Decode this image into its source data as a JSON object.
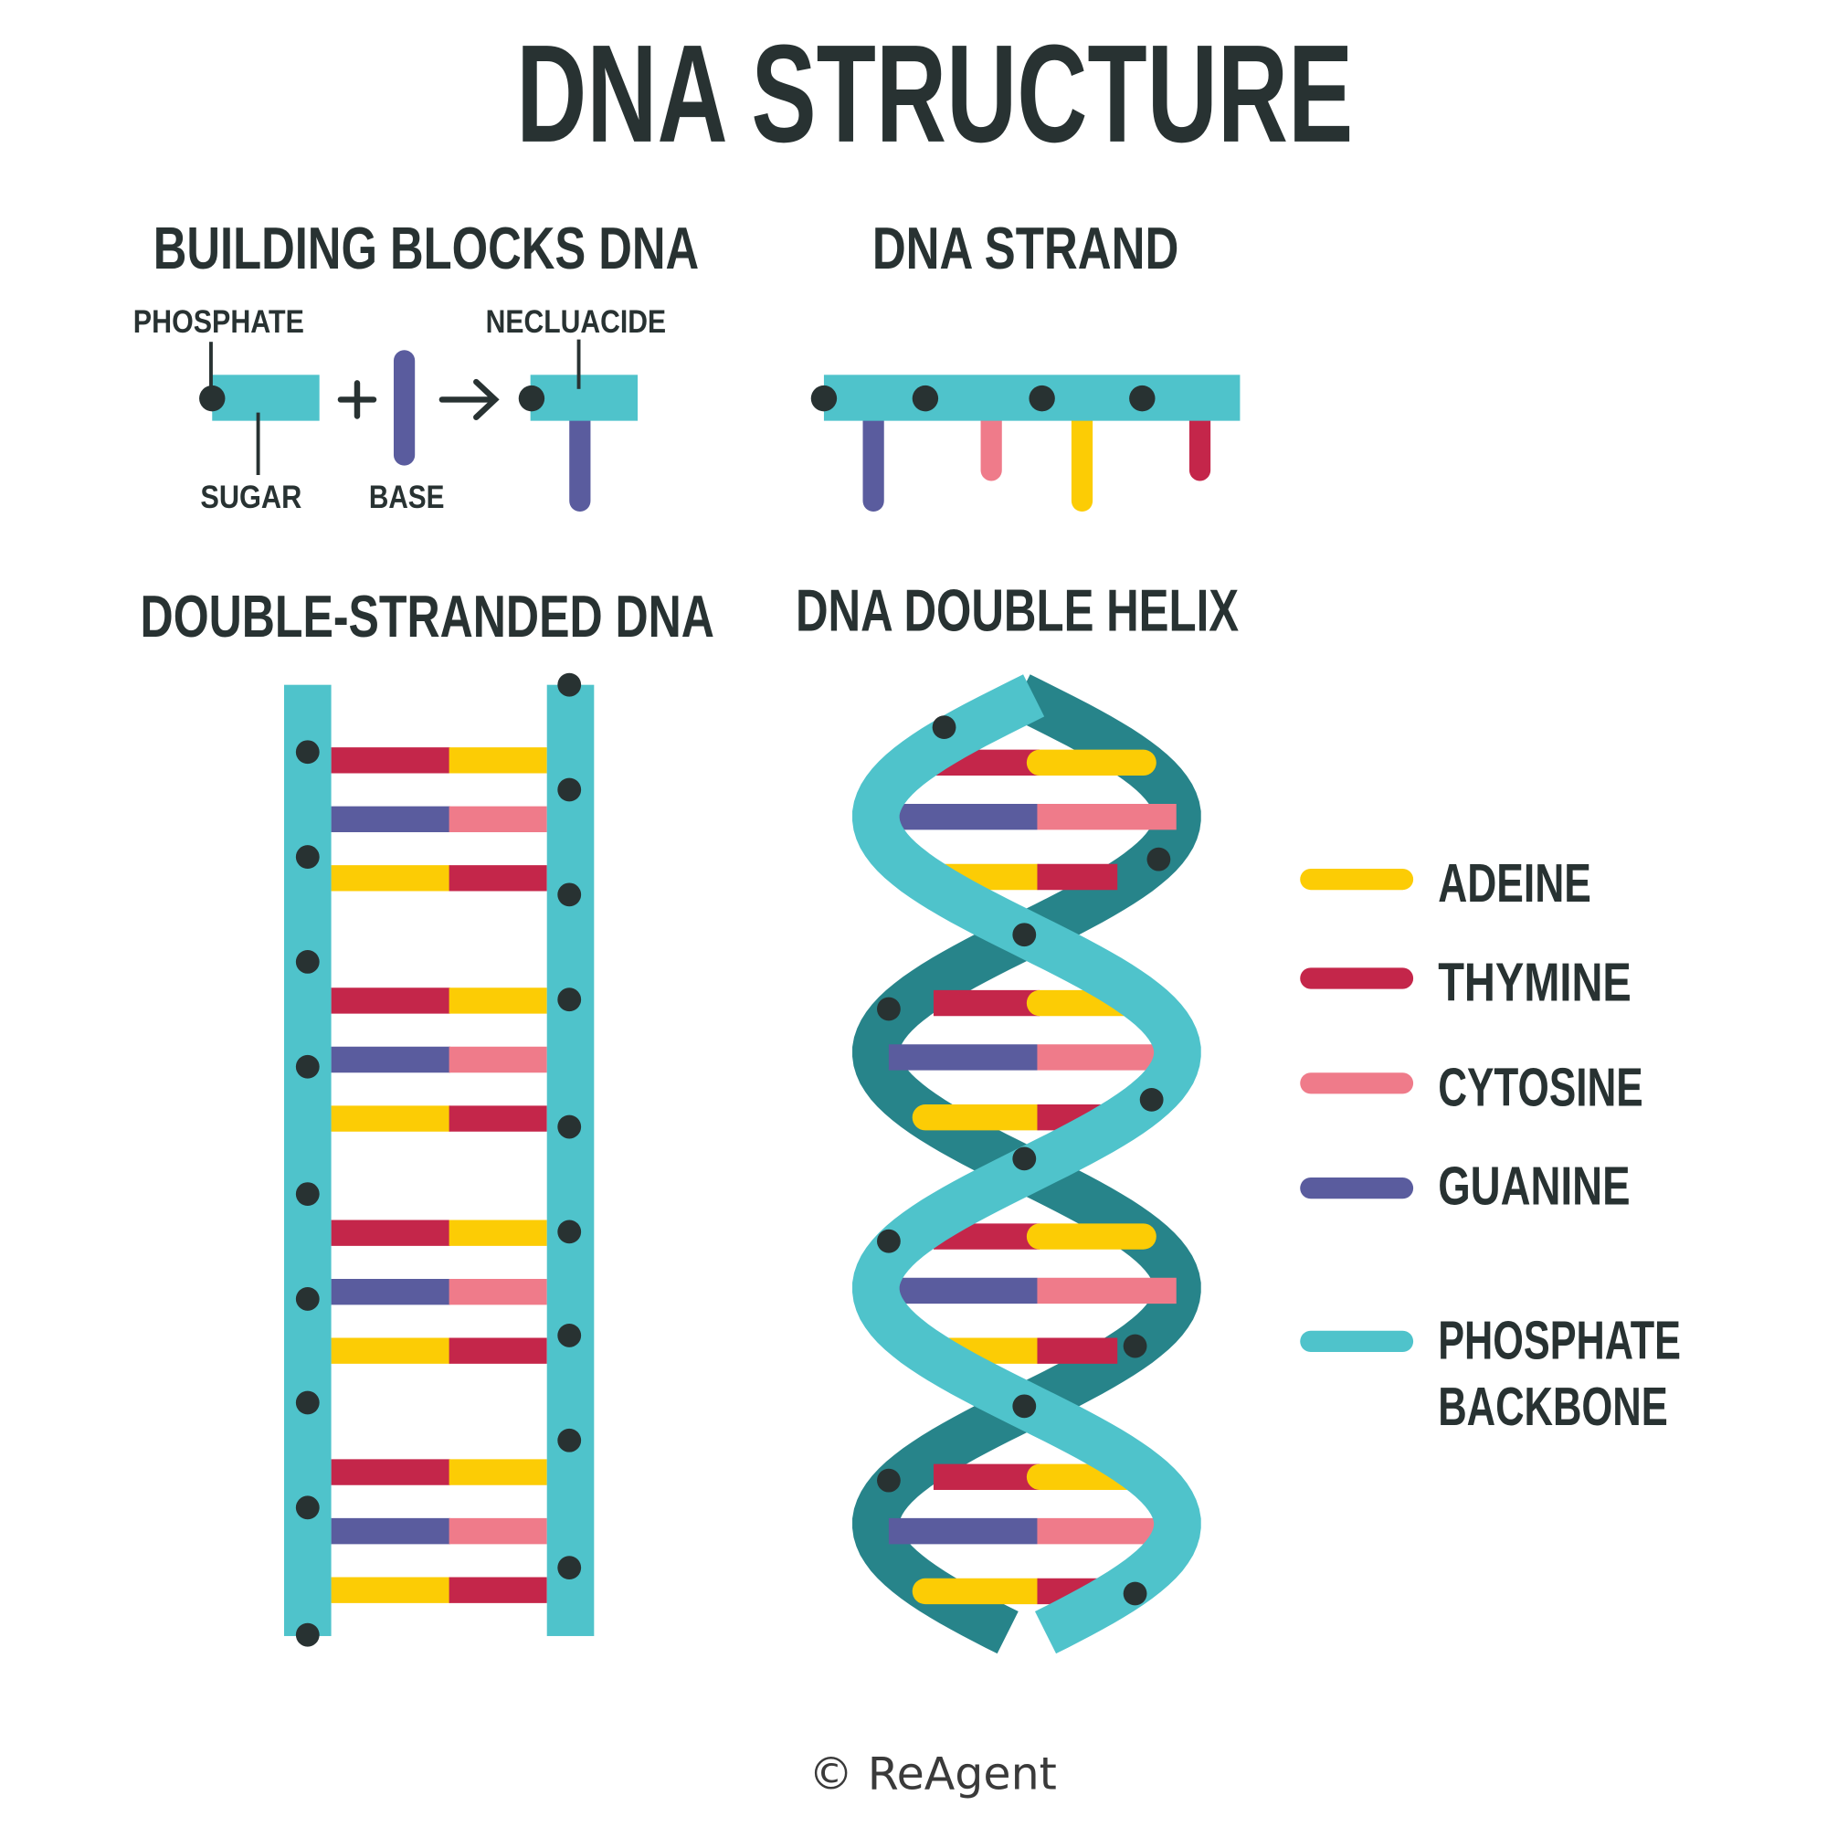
{
  "title": "DNA STRUCTURE",
  "sections": {
    "building_blocks": "BUILDING BLOCKS DNA",
    "strand": "DNA STRAND",
    "double_stranded": "DOUBLE-STRANDED DNA",
    "double_helix": "DNA DOUBLE HELIX"
  },
  "labels": {
    "phosphate": "PHOSPHATE",
    "sugar": "SUGAR",
    "base": "BASE",
    "nucleotide": "NECLUACIDE"
  },
  "legend": [
    {
      "label": "ADEINE",
      "color": "#fccc05"
    },
    {
      "label": "THYMINE",
      "color": "#c4264a"
    },
    {
      "label": "CYTOSINE",
      "color": "#ef7b8a"
    },
    {
      "label": "GUANINE",
      "color": "#5a5c9e"
    },
    {
      "label": "PHOSPHATE",
      "label2": "BACKBONE",
      "color": "#4fc3cb"
    }
  ],
  "colors": {
    "backbone": "#4fc3cb",
    "backbone_dark": "#27848a",
    "dark": "#283232"
  },
  "copyright": "© ReAgent"
}
